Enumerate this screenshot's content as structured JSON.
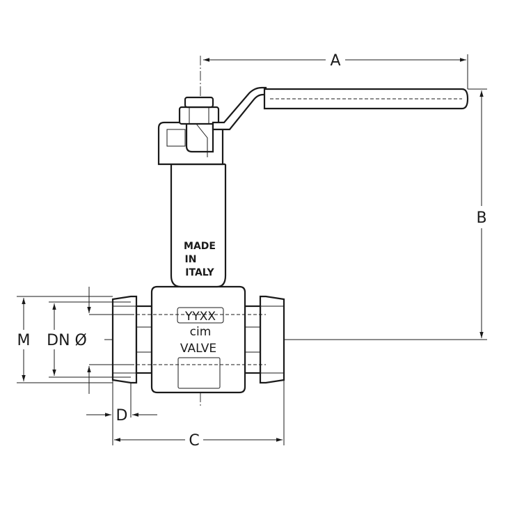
{
  "dimensions": {
    "a": "A",
    "b": "B",
    "c": "C",
    "d": "D",
    "m": "M",
    "dn": "DN Ø"
  },
  "markings": {
    "made_in_line1": "MADE",
    "made_in_line2": "IN",
    "made_in_line3": "ITALY",
    "date_code": "YYXX",
    "brand": "CIM",
    "product": "VALVE"
  },
  "colors": {
    "line": "#1a1a1a",
    "background": "#ffffff"
  }
}
